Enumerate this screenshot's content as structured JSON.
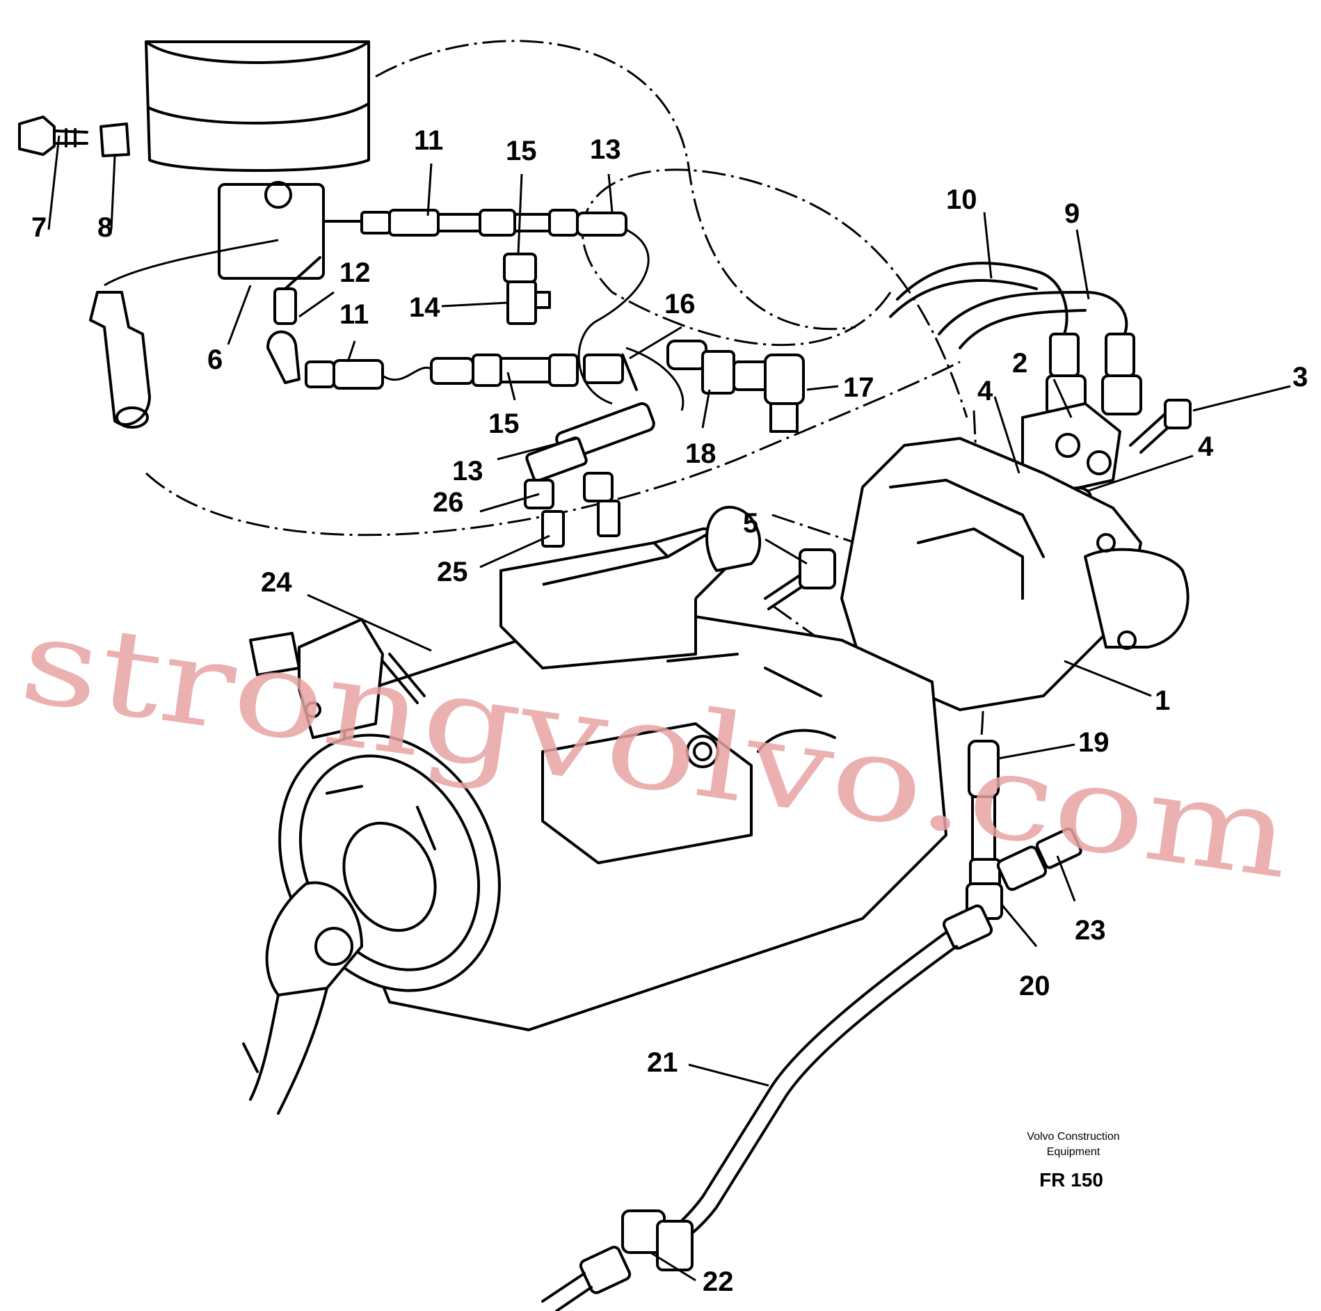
{
  "diagram": {
    "labels": [
      "1",
      "2",
      "3",
      "4",
      "4",
      "5",
      "6",
      "7",
      "8",
      "9",
      "10",
      "11",
      "11",
      "12",
      "13",
      "13",
      "14",
      "15",
      "15",
      "16",
      "17",
      "18",
      "19",
      "20",
      "21",
      "22",
      "23",
      "24",
      "25",
      "26"
    ],
    "watermark": "strongvolvo.com",
    "footer": {
      "company_line1": "Volvo Construction",
      "company_line2": "Equipment",
      "code": "FR 150"
    }
  }
}
